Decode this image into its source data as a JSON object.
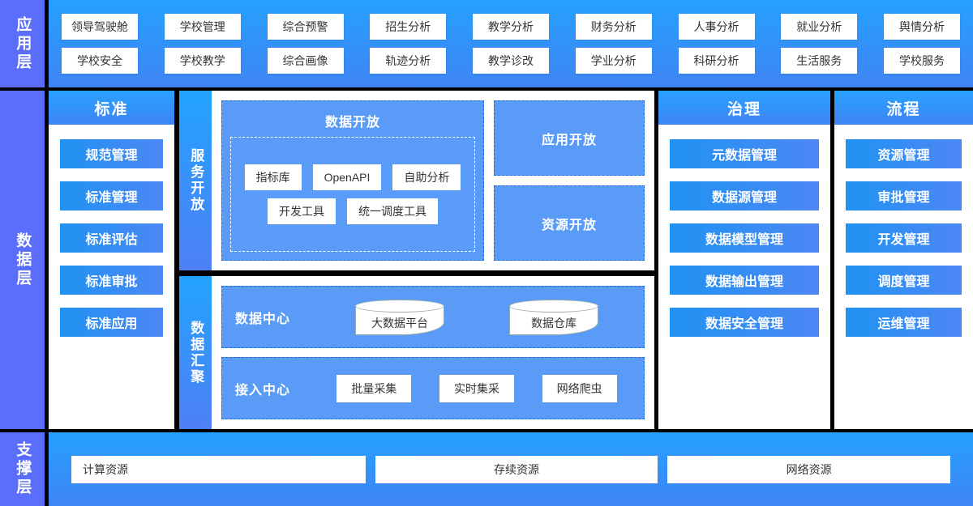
{
  "layers": {
    "application": "应用层",
    "data": "数据层",
    "support": "支撑层"
  },
  "application_layer": {
    "row1": [
      "领导驾驶舱",
      "学校管理",
      "综合预警",
      "招生分析",
      "教学分析",
      "财务分析",
      "人事分析",
      "就业分析",
      "舆情分析"
    ],
    "row2": [
      "学校安全",
      "学校教学",
      "综合画像",
      "轨迹分析",
      "教学诊改",
      "学业分析",
      "科研分析",
      "生活服务",
      "学校服务"
    ]
  },
  "standard_column": {
    "title": "标准",
    "items": [
      "规范管理",
      "标准管理",
      "标准评估",
      "标准审批",
      "标准应用"
    ]
  },
  "service_panel": {
    "tab": "服务开放",
    "open_data": {
      "title": "数据开放",
      "row1": [
        "指标库",
        "OpenAPI",
        "自助分析"
      ],
      "row2": [
        "开发工具",
        "统一调度工具"
      ]
    },
    "side": [
      "应用开放",
      "资源开放"
    ]
  },
  "gather_panel": {
    "tab": "数据汇聚",
    "rows": [
      {
        "label": "数据中心",
        "type": "cylinder",
        "items": [
          "大数据平台",
          "数据仓库"
        ]
      },
      {
        "label": "接入中心",
        "type": "box",
        "items": [
          "批量采集",
          "实时集采",
          "网络爬虫"
        ]
      }
    ]
  },
  "govern_column": {
    "title": "治理",
    "items": [
      "元数据管理",
      "数据源管理",
      "数据模型管理",
      "数据输出管理",
      "数据安全管理"
    ]
  },
  "process_column": {
    "title": "流程",
    "items": [
      "资源管理",
      "审批管理",
      "开发管理",
      "调度管理",
      "运维管理"
    ]
  },
  "support_layer": {
    "items": [
      "计算资源",
      "存续资源",
      "网络资源"
    ]
  },
  "colors": {
    "rail": "#5a6efb",
    "layer_bg_top": "#26a0ff",
    "layer_bg_bottom": "#3f85f4",
    "pill": "#1f93f2",
    "inner_box": "#5b9bf8",
    "white": "#ffffff",
    "page_bg": "#000000"
  }
}
